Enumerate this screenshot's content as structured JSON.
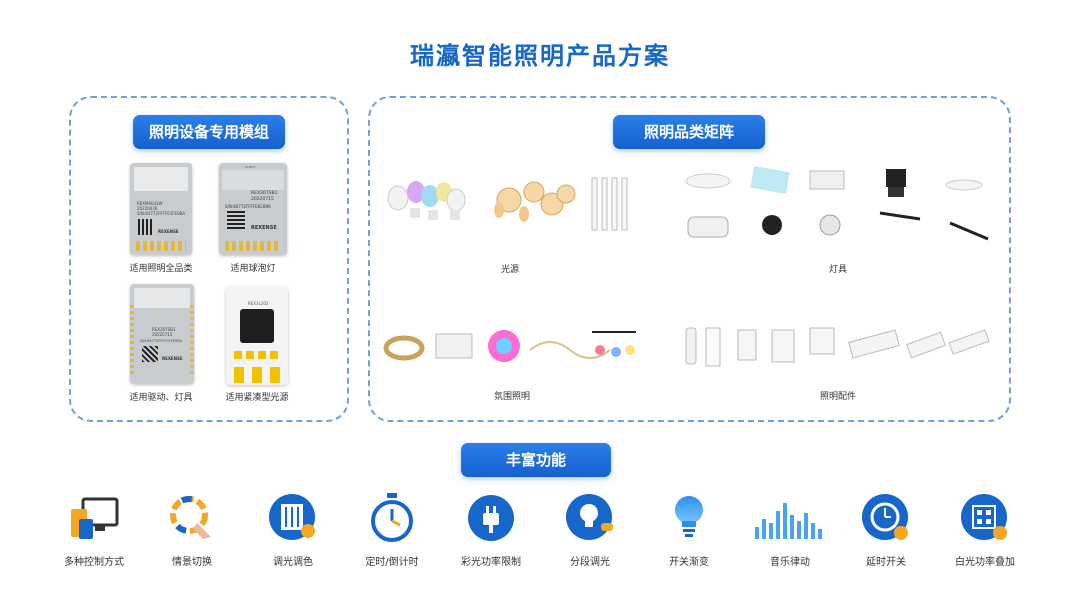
{
  "title": "瑞瀛智能照明产品方案",
  "modules_section": {
    "heading": "照明设备专用模组",
    "modules": [
      {
        "caption": "适用照明全品类",
        "label_lines": [
          "REXM9042W",
          "20220036",
          "S/N:84772FFFF01FE0BA"
        ],
        "brand": "REXENSE"
      },
      {
        "caption": "适用球泡灯",
        "label_lines": [
          "REX307SB1",
          "20220715",
          "S/N:84772FFFFE6C896"
        ],
        "brand": "REXENSE",
        "top_mark": "GUEST"
      },
      {
        "caption": "适用驱动、灯具",
        "label_lines": [
          "REX307SB1",
          "20220715",
          "S/N:84772FFFF01FE0BA"
        ],
        "brand": "REXENSE"
      },
      {
        "caption": "适用紧凑型光源",
        "label_lines": [
          "REX3L202"
        ]
      }
    ]
  },
  "matrix_section": {
    "heading": "照明品类矩阵",
    "categories": [
      {
        "label": "光源"
      },
      {
        "label": "灯具"
      },
      {
        "label": "氛围照明"
      },
      {
        "label": "照明配件"
      }
    ]
  },
  "features_section": {
    "heading": "丰富功能",
    "items": [
      {
        "label": "多种控制方式",
        "icon": "multi-device-icon"
      },
      {
        "label": "情景切换",
        "icon": "scene-switch-icon"
      },
      {
        "label": "调光调色",
        "icon": "dimming-sliders-icon"
      },
      {
        "label": "定时/倒计时",
        "icon": "timer-icon"
      },
      {
        "label": "彩光功率限制",
        "icon": "power-plug-icon"
      },
      {
        "label": "分段调光",
        "icon": "bulb-segment-icon"
      },
      {
        "label": "开关渐变",
        "icon": "bulb-gradient-icon"
      },
      {
        "label": "音乐律动",
        "icon": "music-bars-icon"
      },
      {
        "label": "延时开关",
        "icon": "delay-clock-icon"
      },
      {
        "label": "白光功率叠加",
        "icon": "power-overlay-icon"
      }
    ]
  },
  "colors": {
    "accent": "#1667c9",
    "pill": "#1a6ad8",
    "dash": "#6fa0e0"
  }
}
